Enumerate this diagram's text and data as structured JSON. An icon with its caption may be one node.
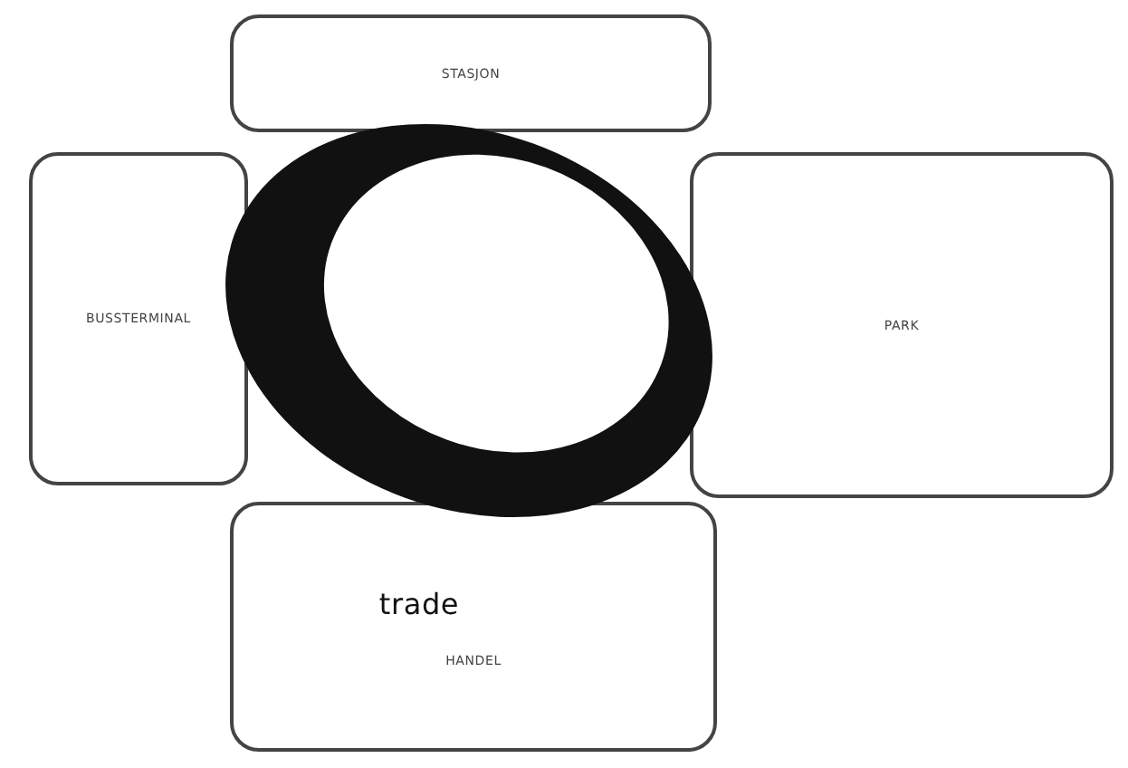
{
  "diagram": {
    "nodes": [
      {
        "text": [
          "STASJON"
        ]
      },
      {
        "text": [
          "BUSSTERMINAL"
        ]
      },
      {
        "text": [],
        "shape": "circle"
      },
      {
        "text": [
          "PARK"
        ]
      },
      {
        "text": [
          "trade",
          "HANDEL"
        ]
      }
    ]
  }
}
